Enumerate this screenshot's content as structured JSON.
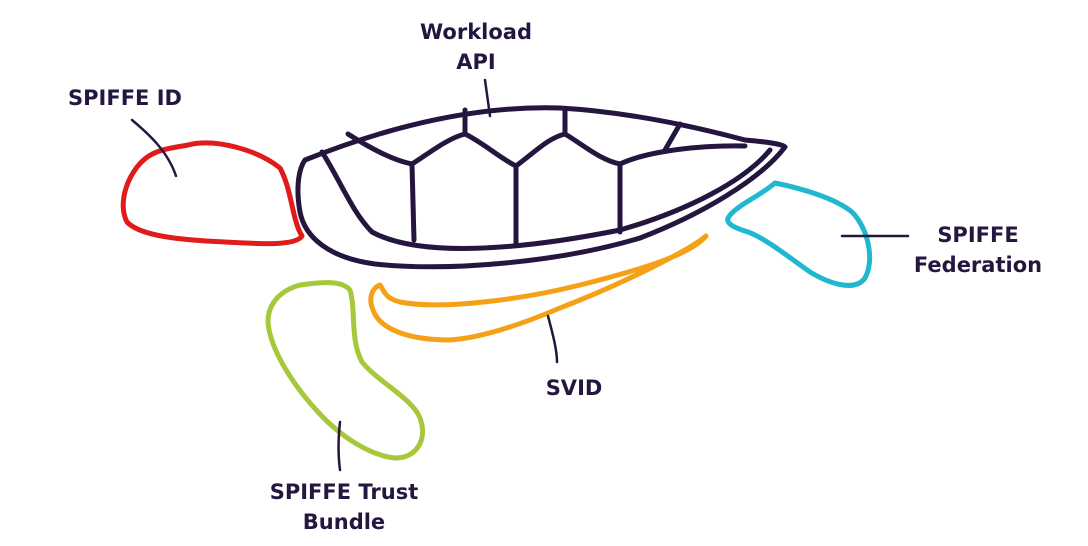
{
  "diagram": {
    "colors": {
      "ink": "#24163f",
      "spiffe_id": "#e01b1b",
      "federation": "#1fb8cf",
      "svid": "#f5a118",
      "trust_bundle": "#a6c83a"
    },
    "labels": {
      "workload_api": [
        "Workload",
        "API"
      ],
      "spiffe_id": [
        "SPIFFE ID"
      ],
      "spiffe_federation": [
        "SPIFFE",
        "Federation"
      ],
      "svid": [
        "SVID"
      ],
      "spiffe_trust_bundle": [
        "SPIFFE Trust",
        "Bundle"
      ]
    }
  }
}
